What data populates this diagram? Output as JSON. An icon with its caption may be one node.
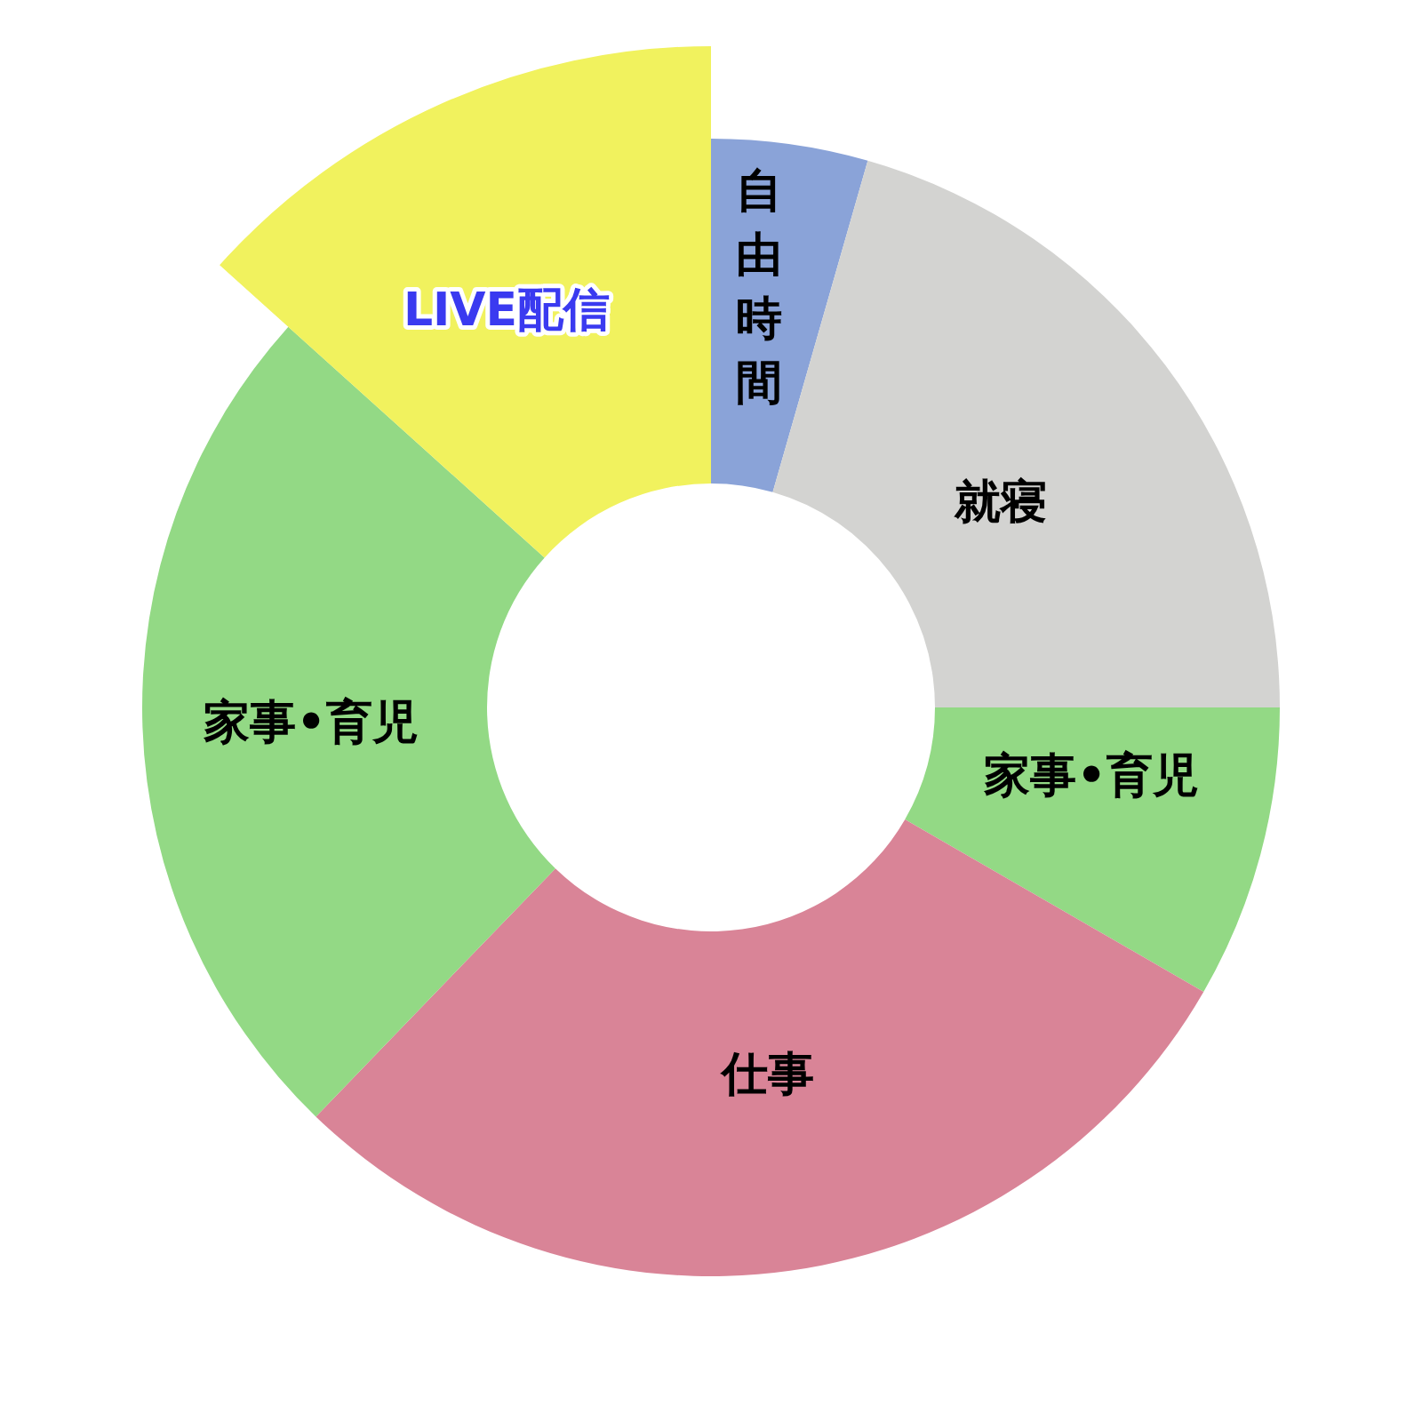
{
  "diagram": {
    "nodes": [
      {
        "text": [
          "自由時間"
        ]
      },
      {
        "text": [
          "就寝"
        ]
      },
      {
        "text": [
          "家事•育児"
        ]
      },
      {
        "text": [
          "仕事"
        ]
      },
      {
        "text": [
          "家事•育児"
        ]
      },
      {
        "text": [
          "LIVE配信"
        ]
      }
    ],
    "edges": []
  }
}
